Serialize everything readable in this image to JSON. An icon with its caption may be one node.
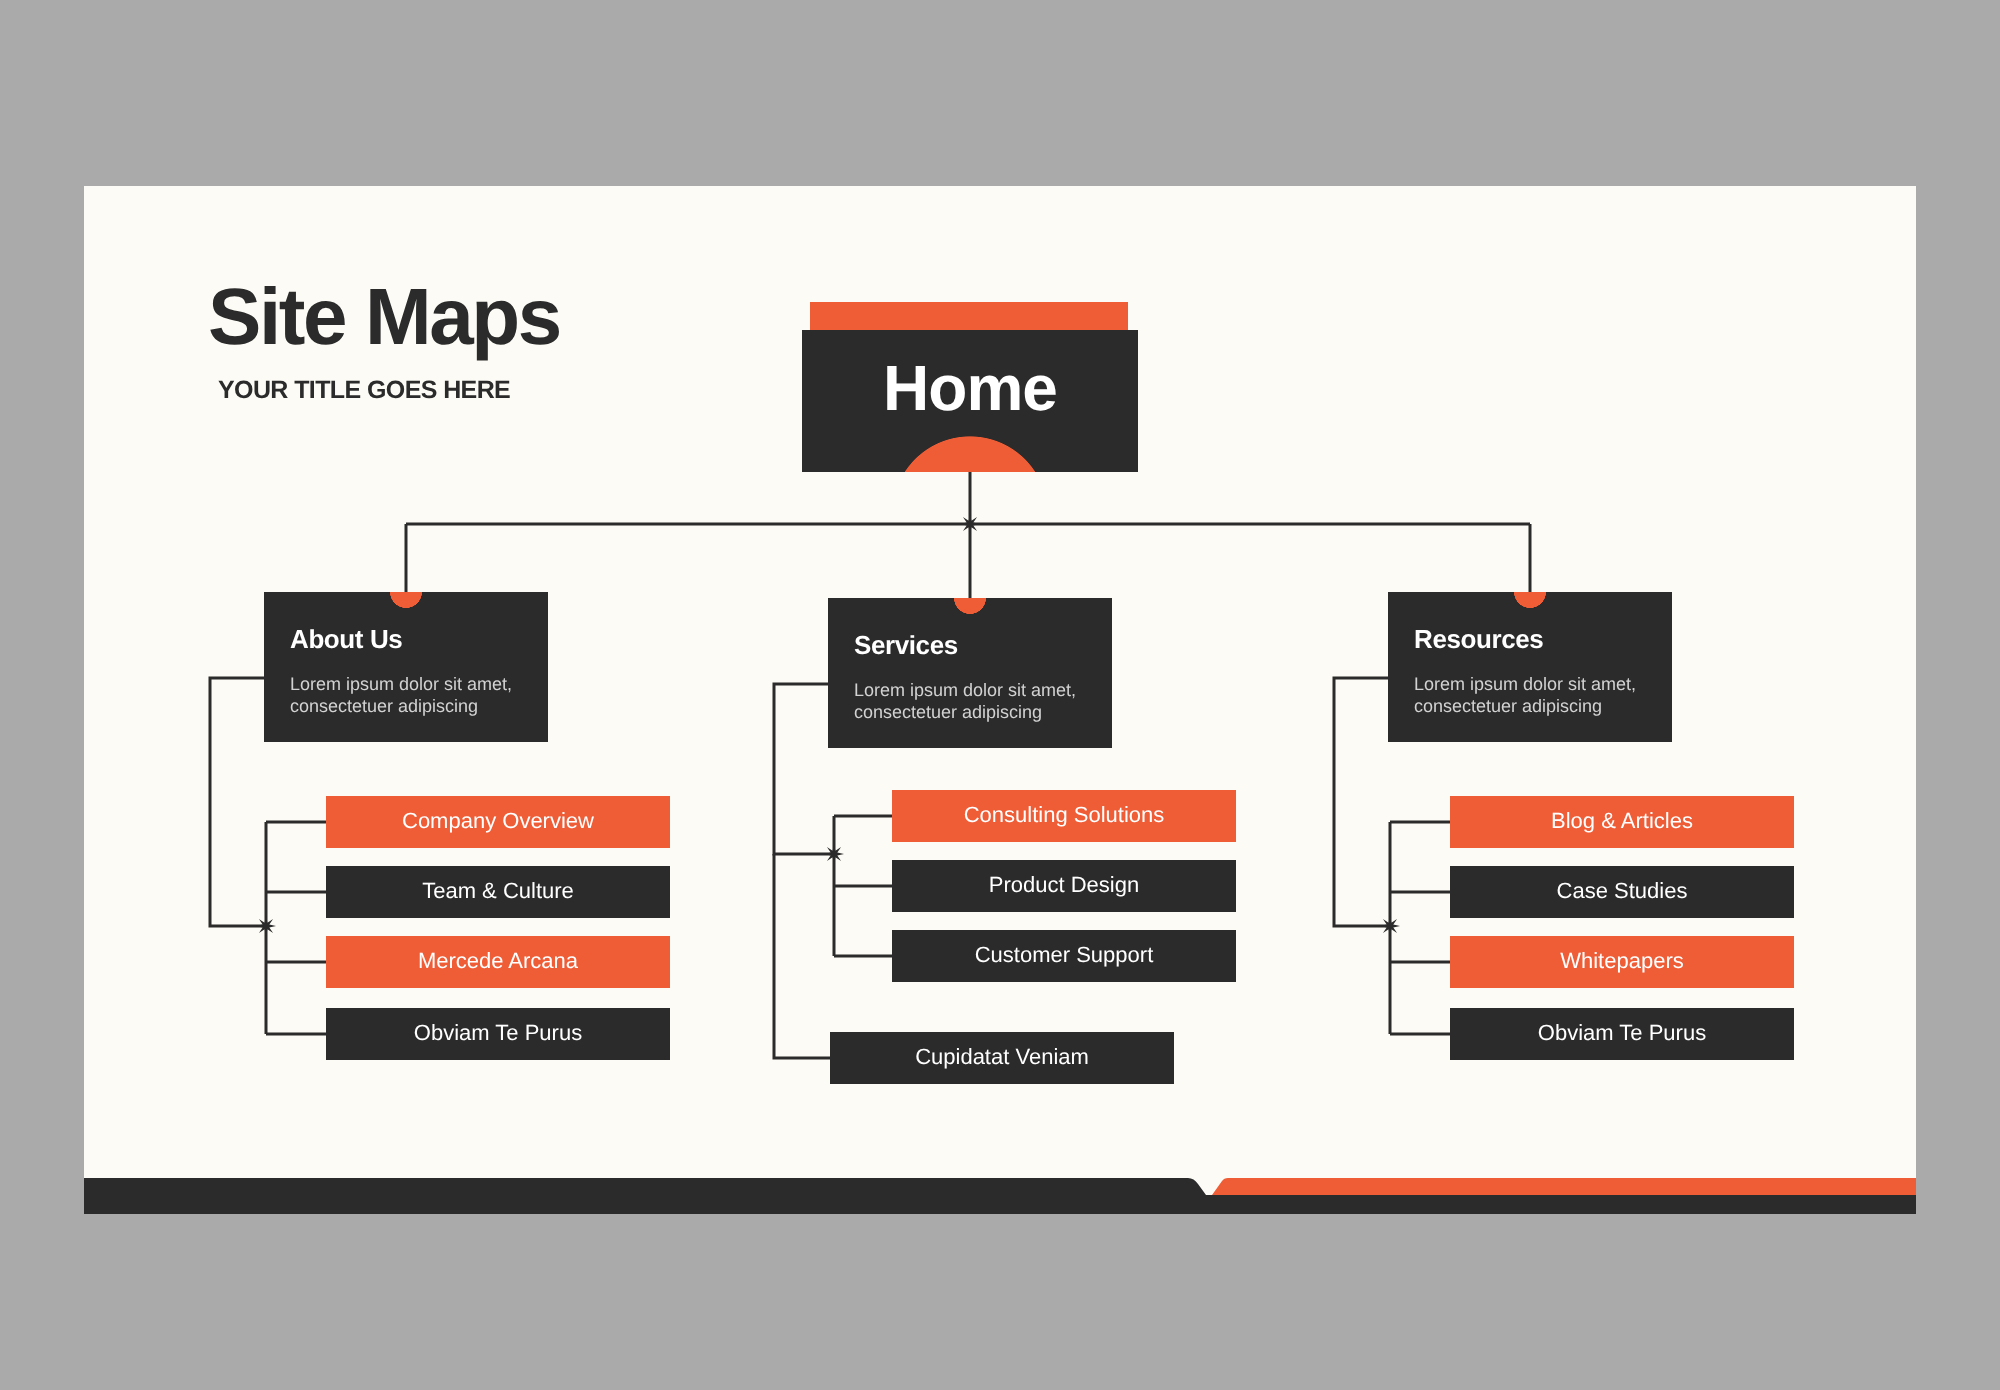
{
  "diagram": {
    "title": "Site Maps",
    "nodes": [
      {
        "text": [
          "Home"
        ]
      },
      {
        "text": [
          "About Us",
          "Lorem ipsum dolor sit amet, consectetuer adipiscing"
        ]
      },
      {
        "text": [
          "Services",
          "Lorem ipsum dolor sit amet, consectetuer adipiscing"
        ]
      },
      {
        "text": [
          "Resources",
          "Lorem ipsum dolor sit amet, consectetuer adipiscing"
        ]
      },
      {
        "text": [
          "Company Overview"
        ]
      },
      {
        "text": [
          "Team & Culture"
        ]
      },
      {
        "text": [
          "Mercede Arcana"
        ]
      },
      {
        "text": [
          "Obviam Te Purus"
        ]
      },
      {
        "text": [
          "Consulting Solutions"
        ]
      },
      {
        "text": [
          "Product Design"
        ]
      },
      {
        "text": [
          "Customer Support"
        ]
      },
      {
        "text": [
          "Cupidatat Veniam"
        ]
      },
      {
        "text": [
          "Blog & Articles"
        ]
      },
      {
        "text": [
          "Case Studies"
        ]
      },
      {
        "text": [
          "Whitepapers"
        ]
      },
      {
        "text": [
          "Obviam Te Purus"
        ]
      }
    ],
    "edges": [
      {
        "from": 0,
        "to": 1,
        "arrow": "none"
      },
      {
        "from": 0,
        "to": 2,
        "arrow": "none"
      },
      {
        "from": 0,
        "to": 3,
        "arrow": "none"
      },
      {
        "from": 1,
        "to": 4,
        "arrow": "none"
      },
      {
        "from": 1,
        "to": 5,
        "arrow": "none"
      },
      {
        "from": 1,
        "to": 6,
        "arrow": "none"
      },
      {
        "from": 1,
        "to": 7,
        "arrow": "none"
      },
      {
        "from": 2,
        "to": 8,
        "arrow": "none"
      },
      {
        "from": 2,
        "to": 9,
        "arrow": "none"
      },
      {
        "from": 2,
        "to": 10,
        "arrow": "none"
      },
      {
        "from": 2,
        "to": 11,
        "arrow": "none"
      },
      {
        "from": 3,
        "to": 12,
        "arrow": "none"
      },
      {
        "from": 3,
        "to": 13,
        "arrow": "none"
      },
      {
        "from": 3,
        "to": 14,
        "arrow": "none"
      },
      {
        "from": 3,
        "to": 15,
        "arrow": "none"
      }
    ],
    "labels": [
      "YOUR TITLE GOES HERE"
    ]
  }
}
